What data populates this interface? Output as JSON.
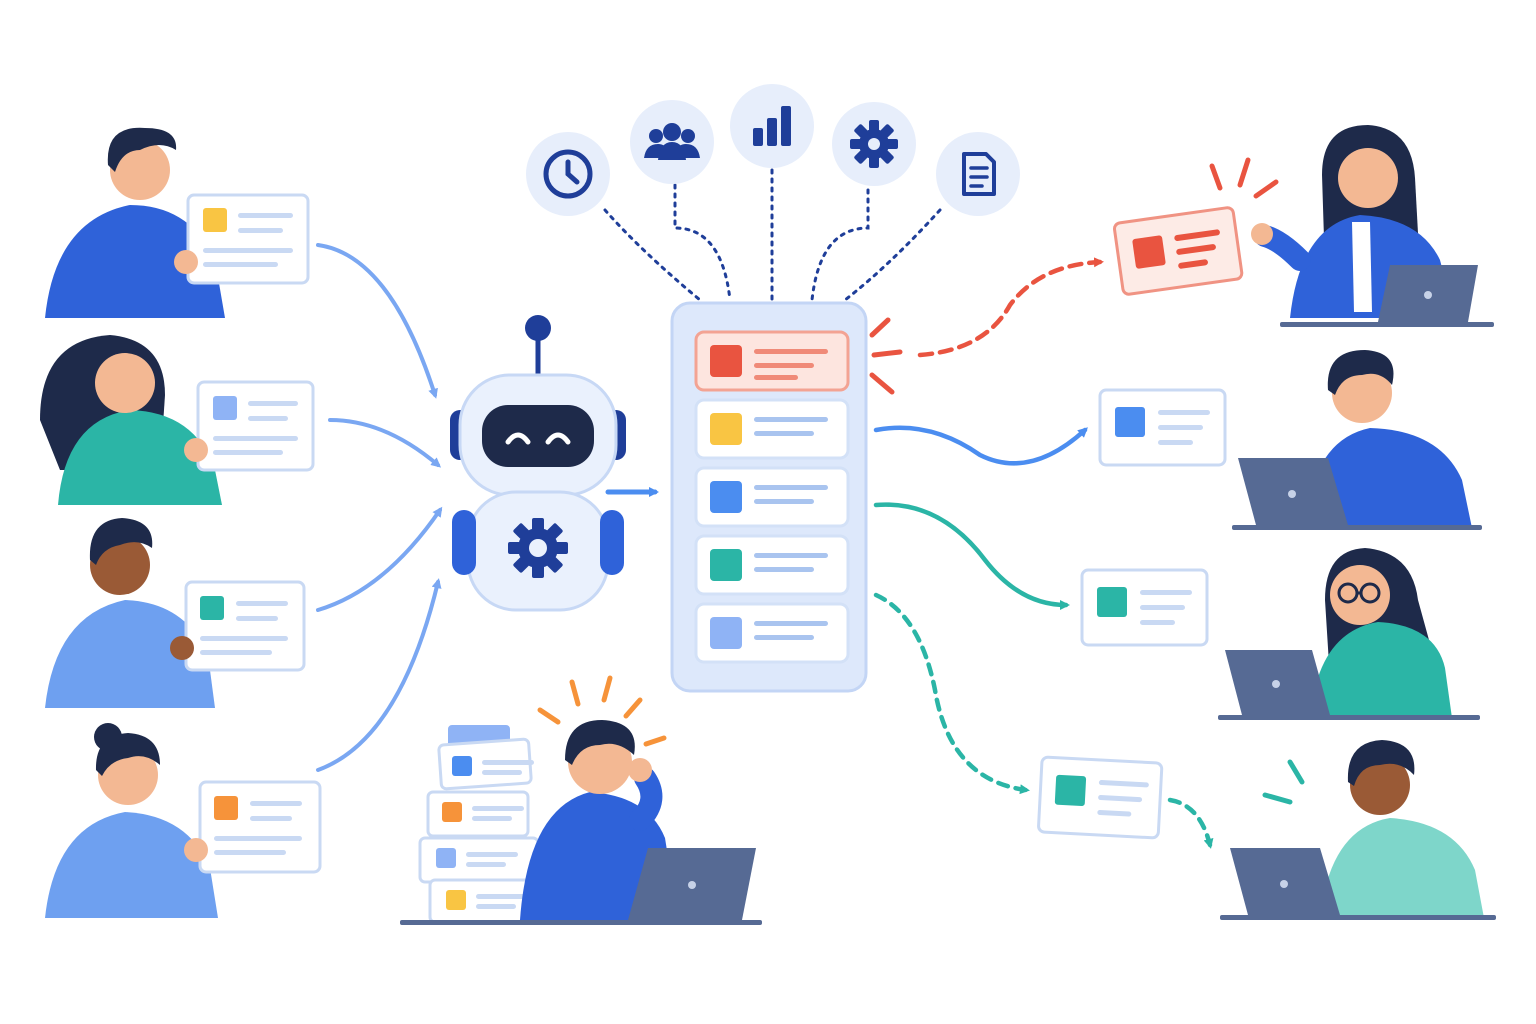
{
  "palette": {
    "navy": "#1e2a4a",
    "blue": "#2f62d9",
    "light_blue": "#6ea0f0",
    "teal": "#2bb5a6",
    "red": "#e95440",
    "yellow": "#f9c543",
    "orange": "#f6933a",
    "skin_light": "#f3b893",
    "skin_dark": "#9a5a36",
    "laptop": "#566a94"
  },
  "incoming_requests": [
    {
      "person": "man-blue-shirt",
      "ticket_color": "#f9c543"
    },
    {
      "person": "woman-teal-shirt",
      "ticket_color": "#8fb3f5"
    },
    {
      "person": "man-light-blue-shirt",
      "ticket_color": "#2bb5a6"
    },
    {
      "person": "woman-light-blue-shirt",
      "ticket_color": "#f6933a"
    }
  ],
  "factor_icons": [
    "clock-icon",
    "team-icon",
    "bar-chart-icon",
    "gear-icon",
    "document-icon"
  ],
  "queue_items": [
    {
      "color": "#e95440",
      "priority": "urgent"
    },
    {
      "color": "#f9c543",
      "priority": "normal"
    },
    {
      "color": "#4b8df0",
      "priority": "normal"
    },
    {
      "color": "#2bb5a6",
      "priority": "normal"
    },
    {
      "color": "#8fb3f5",
      "priority": "normal"
    }
  ],
  "assignments": [
    {
      "ticket_color": "#e95440",
      "agent": "woman-blue-blazer",
      "arrow": "red-dashed"
    },
    {
      "ticket_color": "#4b8df0",
      "agent": "man-blue-sweater",
      "arrow": "blue-solid"
    },
    {
      "ticket_color": "#2bb5a6",
      "agent": "woman-glasses",
      "arrow": "teal-solid"
    },
    {
      "ticket_color": "#2bb5a6",
      "agent": "man-mint-shirt",
      "arrow": "teal-dashed"
    }
  ],
  "overloaded_agent": {
    "stacked_tickets": [
      "#4b8df0",
      "#f6933a",
      "#8fb3f5",
      "#f9c543"
    ]
  }
}
